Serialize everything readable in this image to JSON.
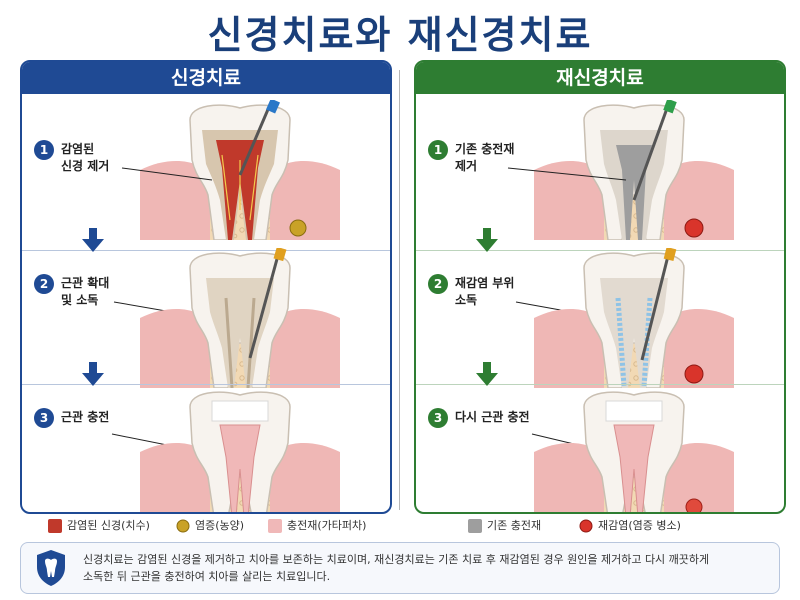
{
  "title": "신경치료와 재신경치료",
  "left": {
    "header": "신경치료",
    "steps": [
      {
        "num": "1",
        "text": "감염된\n신경 제거"
      },
      {
        "num": "2",
        "text": "근관 확대\n및 소독"
      },
      {
        "num": "3",
        "text": "근관 충전"
      }
    ]
  },
  "right": {
    "header": "재신경치료",
    "steps": [
      {
        "num": "1",
        "text": "기존 충전재\n제거"
      },
      {
        "num": "2",
        "text": "재감염 부위\n소독"
      },
      {
        "num": "3",
        "text": "다시 근관 충전"
      }
    ]
  },
  "legend": {
    "infected": "감염된 신경(치수)",
    "abscess": "염증(농양)",
    "filling": "충전재(가타퍼차)",
    "old_filling": "기존 충전재",
    "reinfection": "재감염(염증 병소)"
  },
  "colors": {
    "left_accent": "#1f4a94",
    "right_accent": "#2e7d32",
    "infected": "#c0392b",
    "filling": "#f0b8b8",
    "old_filling": "#9e9e9e"
  },
  "note": {
    "line1": "신경치료는 감염된 신경을 제거하고 치아를 보존하는 치료이며, 재신경치료는 기존 치료 후 재감염된 경우 원인을 제거하고 다시 깨끗하게",
    "line2": "소독한 뒤 근관을 충전하여 치아를 살리는 치료입니다."
  }
}
